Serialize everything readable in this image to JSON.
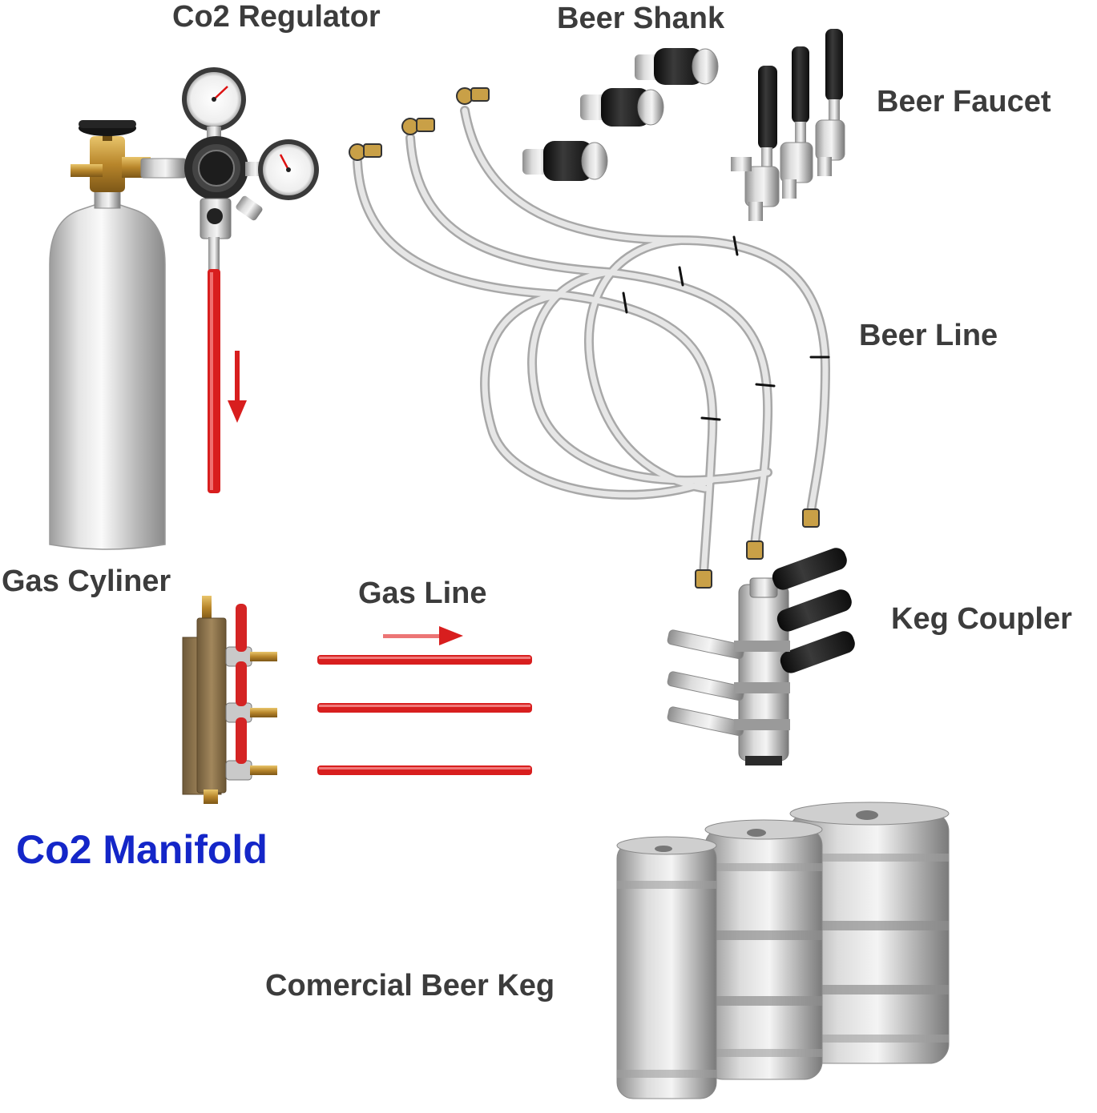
{
  "labels": {
    "co2_regulator": "Co2 Regulator",
    "beer_shank": "Beer Shank",
    "beer_faucet": "Beer Faucet",
    "beer_line": "Beer Line",
    "gas_cylinder": "Gas Cyliner",
    "gas_line": "Gas Line",
    "keg_coupler": "Keg Coupler",
    "co2_manifold": "Co2 Manifold",
    "commercial_beer_keg": "Comercial Beer Keg"
  },
  "colors": {
    "label_text": "#3c3c3c",
    "manifold_label": "#1426c8",
    "gas_line_red": "#d81e1e"
  }
}
